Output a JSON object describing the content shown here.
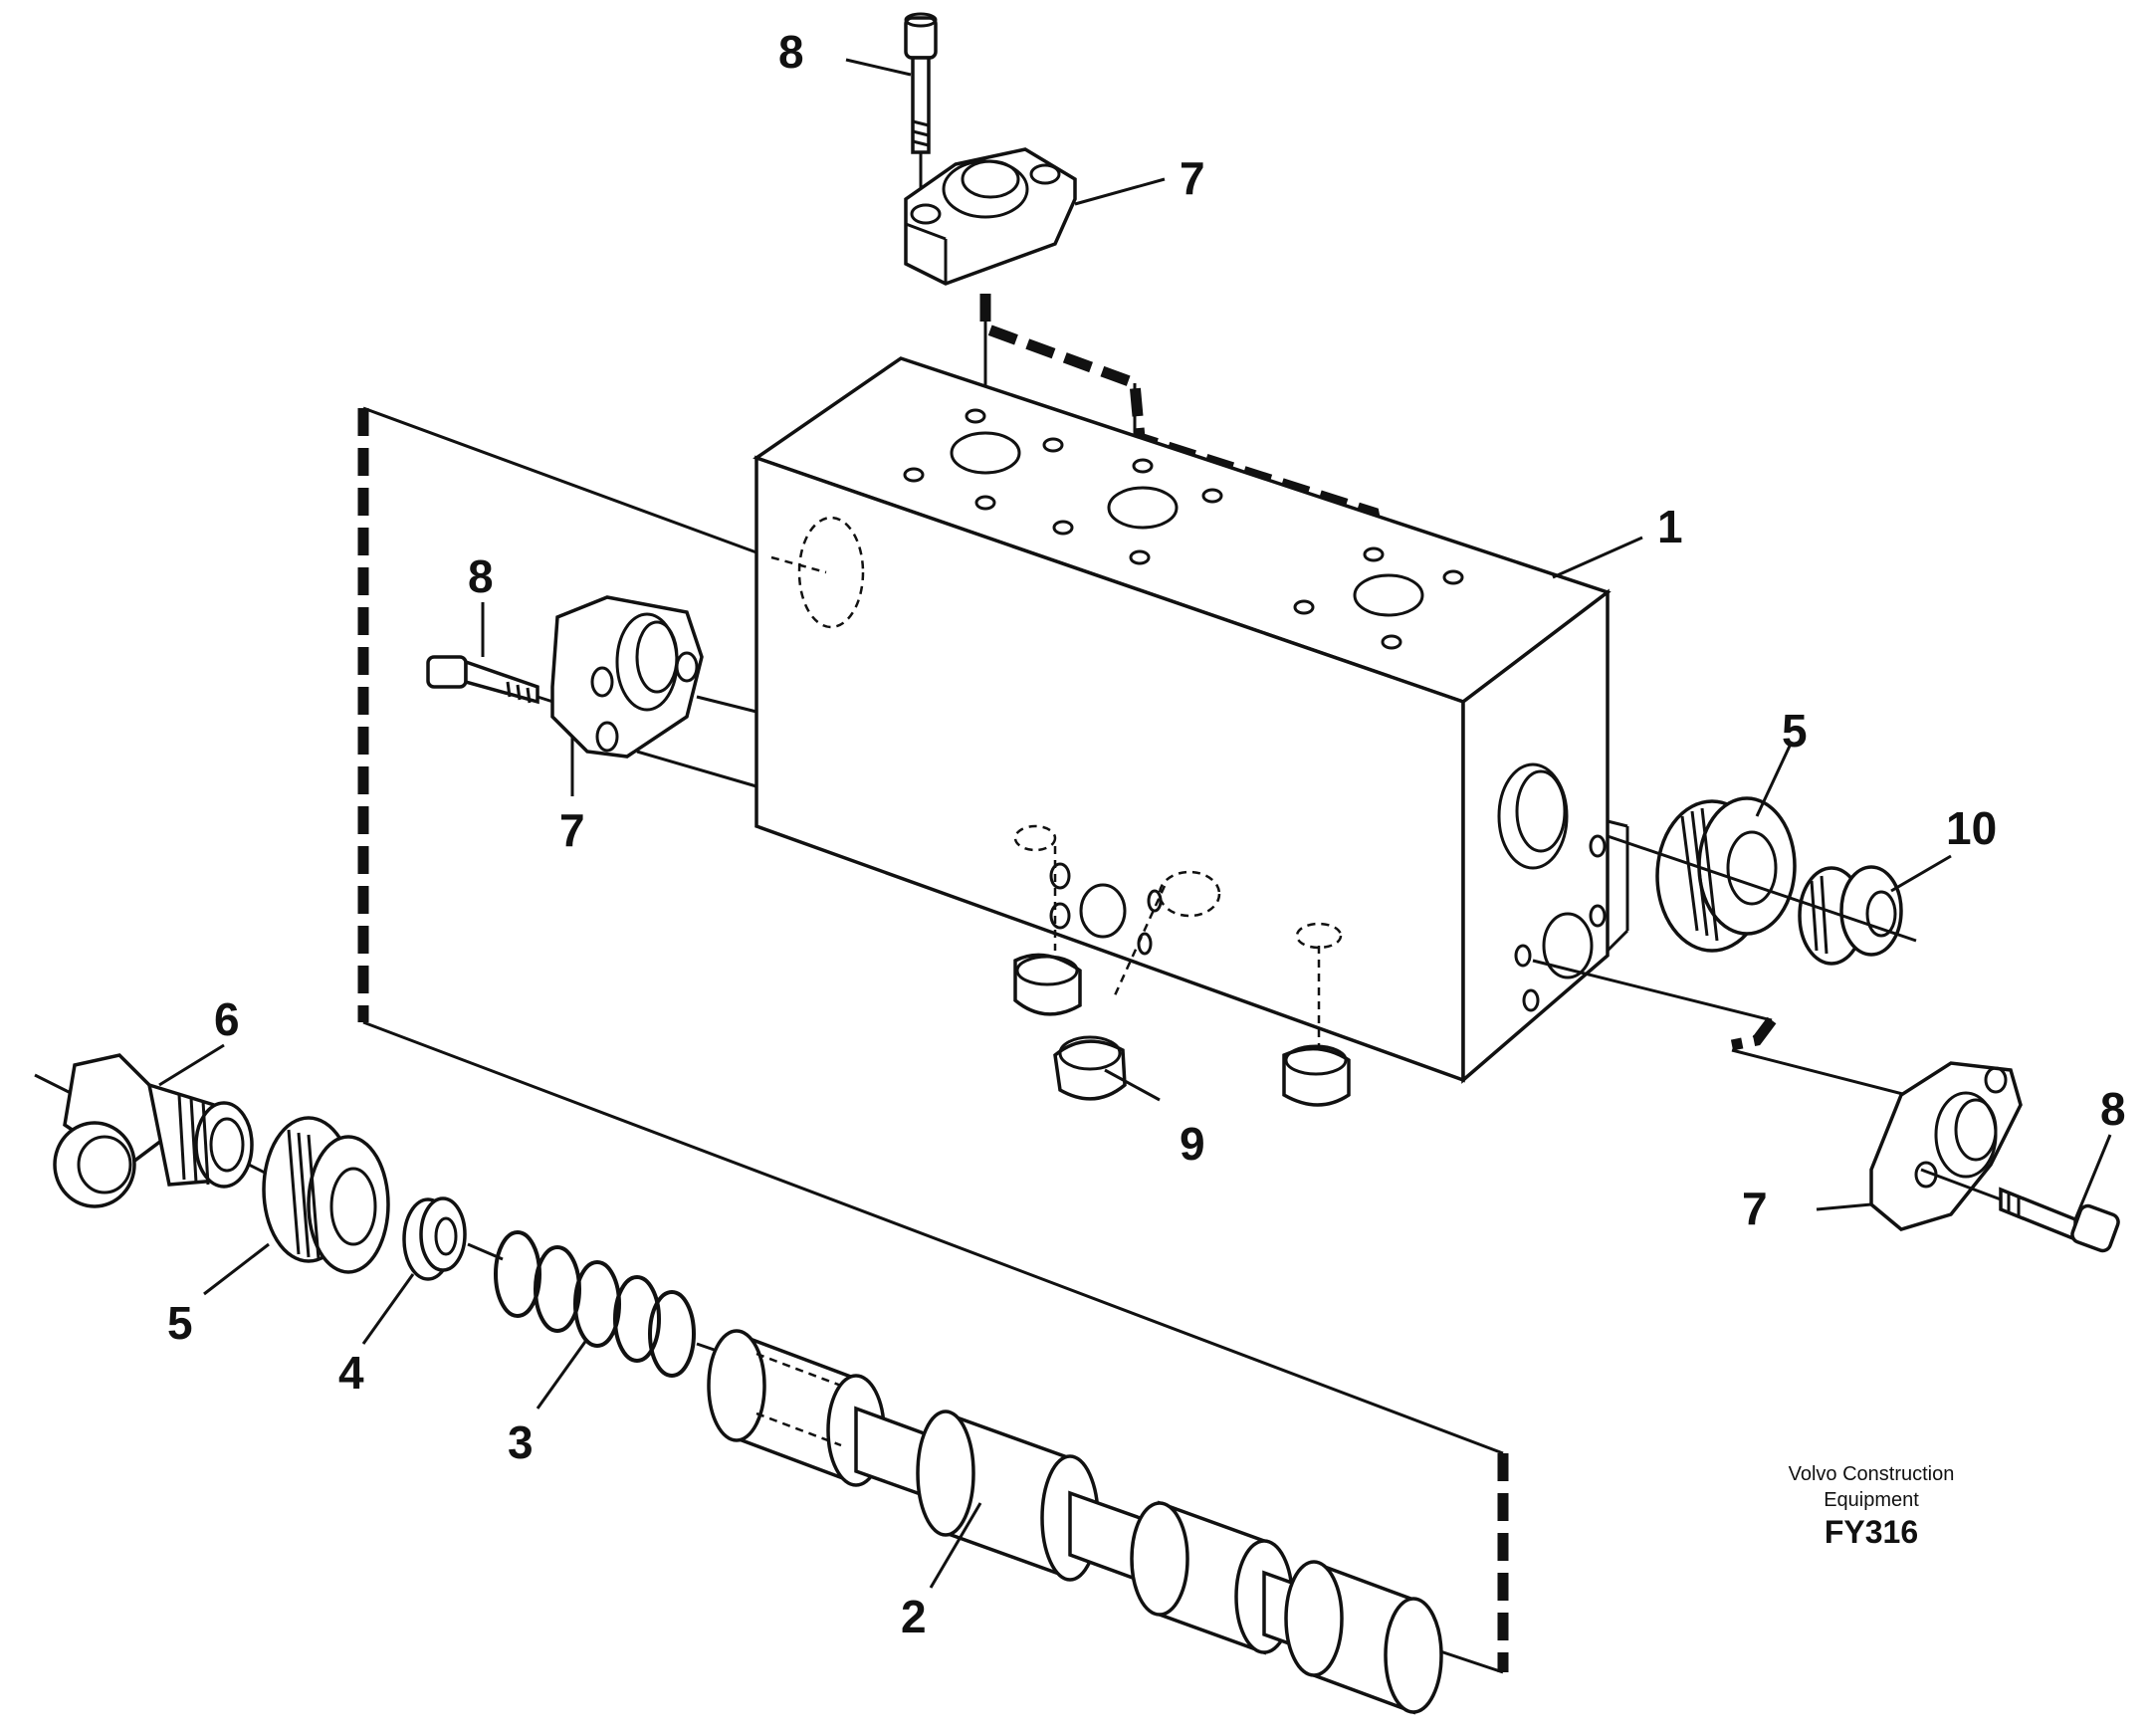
{
  "labels": {
    "top_bolt": "8",
    "top_flange": "7",
    "valve_block": "1",
    "left_bolt": "8",
    "left_flange": "7",
    "right_adapter": "5",
    "right_nipple": "10",
    "plugs": "9",
    "tee_fitting": "6",
    "left_adapter": "5",
    "washer": "4",
    "spring": "3",
    "spool": "2",
    "right_flange": "7",
    "right_bolt": "8"
  },
  "credit": {
    "line1": "Volvo Construction",
    "line2": "Equipment",
    "code": "FY316"
  }
}
